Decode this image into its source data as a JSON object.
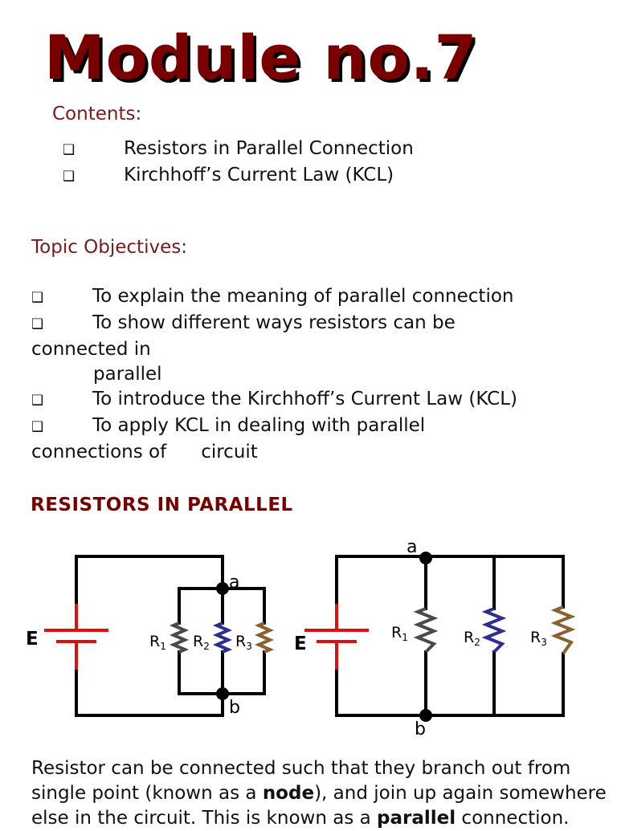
{
  "title": "Module no.7",
  "contents": {
    "label": "Contents",
    "colon": ":",
    "items": [
      "Resistors in Parallel Connection",
      "Kirchhoff’s Current Law (KCL)"
    ]
  },
  "objectives": {
    "label": "Topic Objectives",
    "colon": ":",
    "lines": {
      "l1": "To explain the meaning of parallel connection",
      "l2": "To show different ways resistors can be",
      "l2b": "connected in",
      "l2c": "parallel",
      "l3": "To introduce the Kirchhoff’s Current Law (KCL)",
      "l4": "To apply KCL in dealing with parallel",
      "l4b": "connections of",
      "l4c": "circuit"
    }
  },
  "section_heading": "RESISTORS IN PARALLEL",
  "diagram": {
    "source_label": "E",
    "node_a": "a",
    "node_b": "b",
    "r1": "R",
    "r1_sub": "1",
    "r2": "R",
    "r2_sub": "2",
    "r3": "R",
    "r3_sub": "3",
    "colors": {
      "r1": "#4a4a4a",
      "r2": "#2e2e8e",
      "r3": "#8a6030",
      "battery": "#dd1111",
      "wire": "#000000"
    }
  },
  "paragraph": {
    "l1": "Resistor can be connected such that they branch out from",
    "l2a": "single point (known as a ",
    "l2b": "node",
    "l2c": "), and join up again somewhere",
    "l3a": "else in the circuit. This is known as a ",
    "l3b": "parallel",
    "l3c": " connection."
  },
  "bullet_glyph": "❑"
}
